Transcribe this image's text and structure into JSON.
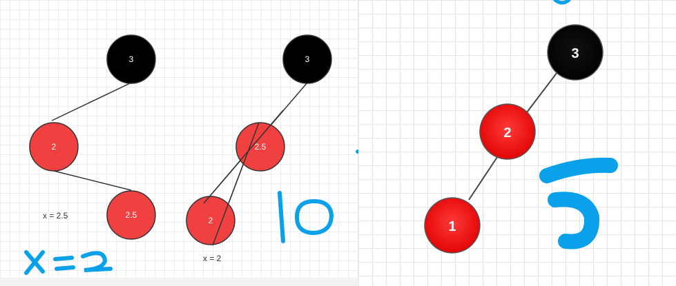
{
  "left_diagram": {
    "tree_a": {
      "nodes": [
        {
          "id": "a3",
          "label": "3",
          "color": "#000000"
        },
        {
          "id": "a2",
          "label": "2",
          "color": "#f04040"
        },
        {
          "id": "a25",
          "label": "2.5",
          "color": "#f04040"
        }
      ],
      "caption": "x = 2.5"
    },
    "tree_b": {
      "nodes": [
        {
          "id": "b3",
          "label": "3",
          "color": "#000000"
        },
        {
          "id": "b25",
          "label": "2.5",
          "color": "#f04040"
        },
        {
          "id": "b2",
          "label": "2",
          "color": "#f04040"
        }
      ],
      "caption": "x = 2"
    },
    "handwriting": {
      "bottom_left": "x = 2",
      "number": "10",
      "equals": "="
    }
  },
  "right_diagram": {
    "nodes": [
      {
        "id": "r3",
        "label": "3",
        "color": "#000000"
      },
      {
        "id": "r2",
        "label": "2",
        "color": "#ff0000"
      },
      {
        "id": "r1",
        "label": "1",
        "color": "#ff0000"
      }
    ],
    "handwriting": {
      "number": "5"
    }
  },
  "colors": {
    "ink_blue": "#0aa0ea",
    "edge": "#333333",
    "red_node": "#f04040",
    "bright_red_node": "#ff0000",
    "black_node": "#000000"
  }
}
